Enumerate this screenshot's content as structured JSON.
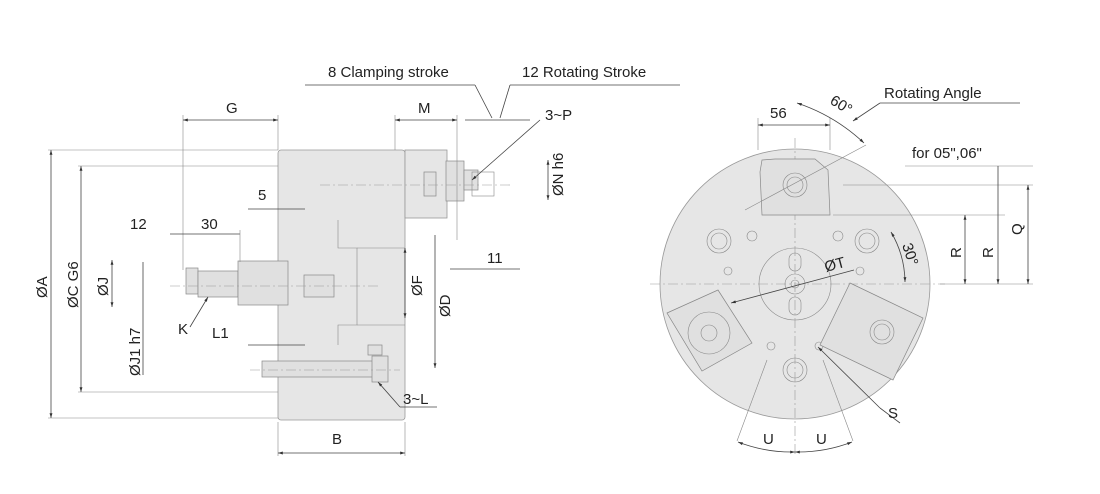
{
  "side_view": {
    "clamping_stroke": "8 Clamping stroke",
    "rotating_stroke": "12 Rotating Stroke",
    "dim_G": "G",
    "dim_M": "M",
    "dim_3P": "3~P",
    "dim_N": "ØN h6",
    "dim_5": "5",
    "dim_12": "12",
    "dim_30": "30",
    "dim_11": "11",
    "dim_A": "ØA",
    "dim_C": "ØC G6",
    "dim_J": "ØJ",
    "dim_J1": "ØJ1 h7",
    "dim_K": "K",
    "dim_L1": "L1",
    "dim_F": "ØF",
    "dim_D": "ØD",
    "dim_3L": "3~L",
    "dim_B": "B"
  },
  "front_view": {
    "dim_56": "56",
    "angle_60": "60°",
    "rotating_angle": "Rotating Angle",
    "note_sizes": "for 05\",06\"",
    "dim_R1": "R",
    "dim_R2": "R",
    "dim_Q": "Q",
    "angle_30": "30°",
    "dim_T": "ØT",
    "dim_S": "S",
    "dim_U1": "U",
    "dim_U2": "U"
  }
}
